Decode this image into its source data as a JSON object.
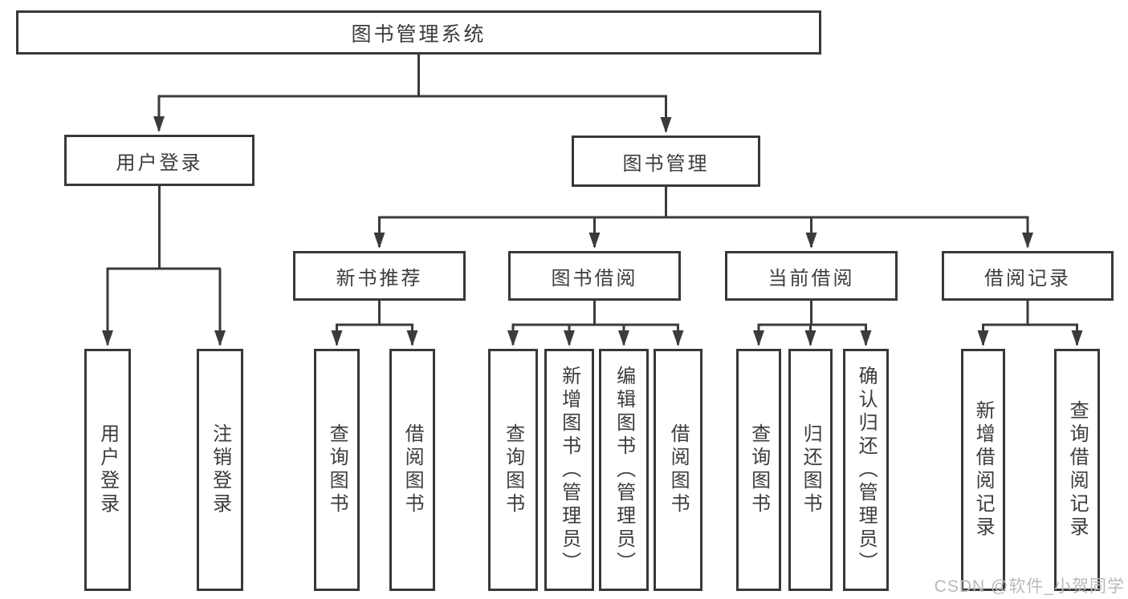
{
  "diagram": {
    "root": "图书管理系统",
    "level2": {
      "user_login": "用户登录",
      "book_mgmt": "图书管理"
    },
    "level3": {
      "new_books": "新书推荐",
      "book_borrow": "图书借阅",
      "current_borrow": "当前借阅",
      "borrow_records": "借阅记录"
    },
    "leaves": {
      "user_login": [
        "用户登录",
        "注销登录"
      ],
      "new_books": [
        "查询图书",
        "借阅图书"
      ],
      "book_borrow": [
        "查询图书",
        "新增图书（管理员）",
        "编辑图书（管理员）",
        "借阅图书"
      ],
      "current_borrow": [
        "查询图书",
        "归还图书",
        "确认归还（管理员）"
      ],
      "borrow_records": [
        "新增借阅记录",
        "查询借阅记录"
      ]
    }
  },
  "colors": {
    "line": "#3b3b3b",
    "box_border": "#383838",
    "text": "#3c3c3c",
    "background": "#ffffff",
    "watermark": "#b9b9b9"
  },
  "watermark": "CSDN @软件_小贺同学"
}
